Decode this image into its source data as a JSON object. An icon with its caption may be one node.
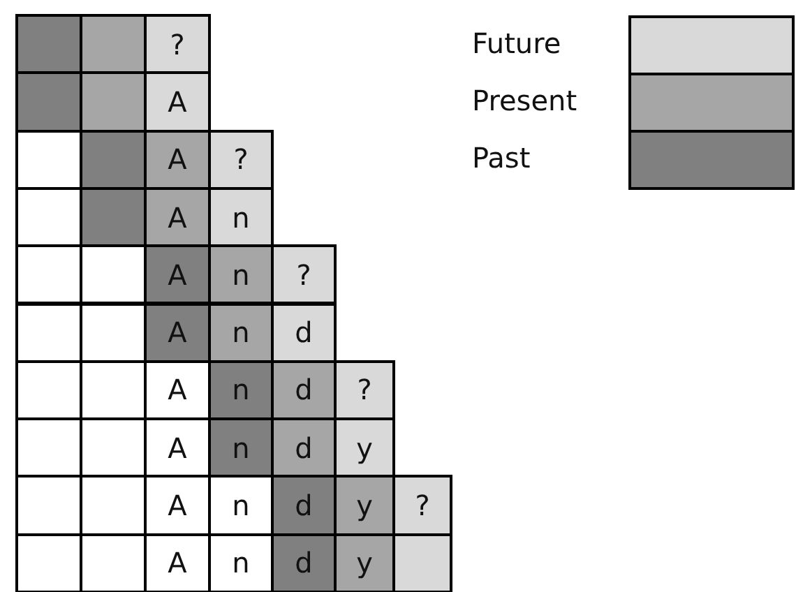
{
  "diagram": {
    "labels": [
      "?",
      "A",
      "A",
      "?",
      "A",
      "n",
      "A",
      "n",
      "?",
      "A",
      "n",
      "d",
      "A",
      "n",
      "d",
      "?",
      "A",
      "n",
      "d",
      "y",
      "A",
      "n",
      "d",
      "y",
      "?",
      "A",
      "n",
      "d",
      "y"
    ],
    "legend": [
      {
        "text": "Future",
        "color": "#d9d9d9"
      },
      {
        "text": "Present",
        "color": "#a6a6a6"
      },
      {
        "text": "Past",
        "color": "#808080"
      }
    ]
  }
}
